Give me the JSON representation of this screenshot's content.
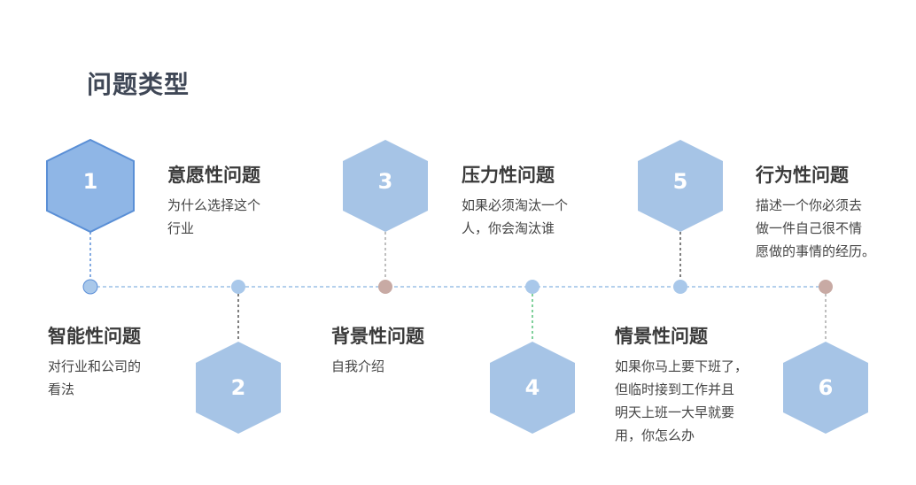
{
  "page": {
    "title": "问题类型"
  },
  "colors": {
    "hex_fill": "#a6c4e6",
    "hex_fill_first": "#8fb6e6",
    "hex_stroke_first": "#5a8fd6",
    "axis_line": "#9bc0e6",
    "dot_blue": "#a9c8ea",
    "dot_brown": "#c8aaa4",
    "connector_blue": "#5b8fd8",
    "connector_dark": "#555555",
    "connector_gray": "#aaaaaa",
    "connector_green": "#57c07a"
  },
  "items": [
    {
      "number": "1",
      "title": "意愿性问题",
      "desc": [
        "为什么选择这个",
        "行业"
      ]
    },
    {
      "number": "2",
      "title": "智能性问题",
      "desc": [
        "对行业和公司的",
        "看法"
      ]
    },
    {
      "number": "3",
      "title": "压力性问题",
      "desc": [
        "如果必须淘汰一个",
        "人，你会淘汰谁"
      ]
    },
    {
      "number": "4",
      "title": "背景性问题",
      "desc": [
        "自我介绍"
      ]
    },
    {
      "number": "5",
      "title": "行为性问题",
      "desc": [
        "描述一个你必须去",
        "做一件自己很不情",
        "愿做的事情的经历。"
      ]
    },
    {
      "number": "6",
      "title": "情景性问题",
      "desc": [
        "如果你马上要下班了，",
        "但临时接到工作并且",
        "明天上班一大早就要",
        "用，你怎么办"
      ]
    }
  ]
}
